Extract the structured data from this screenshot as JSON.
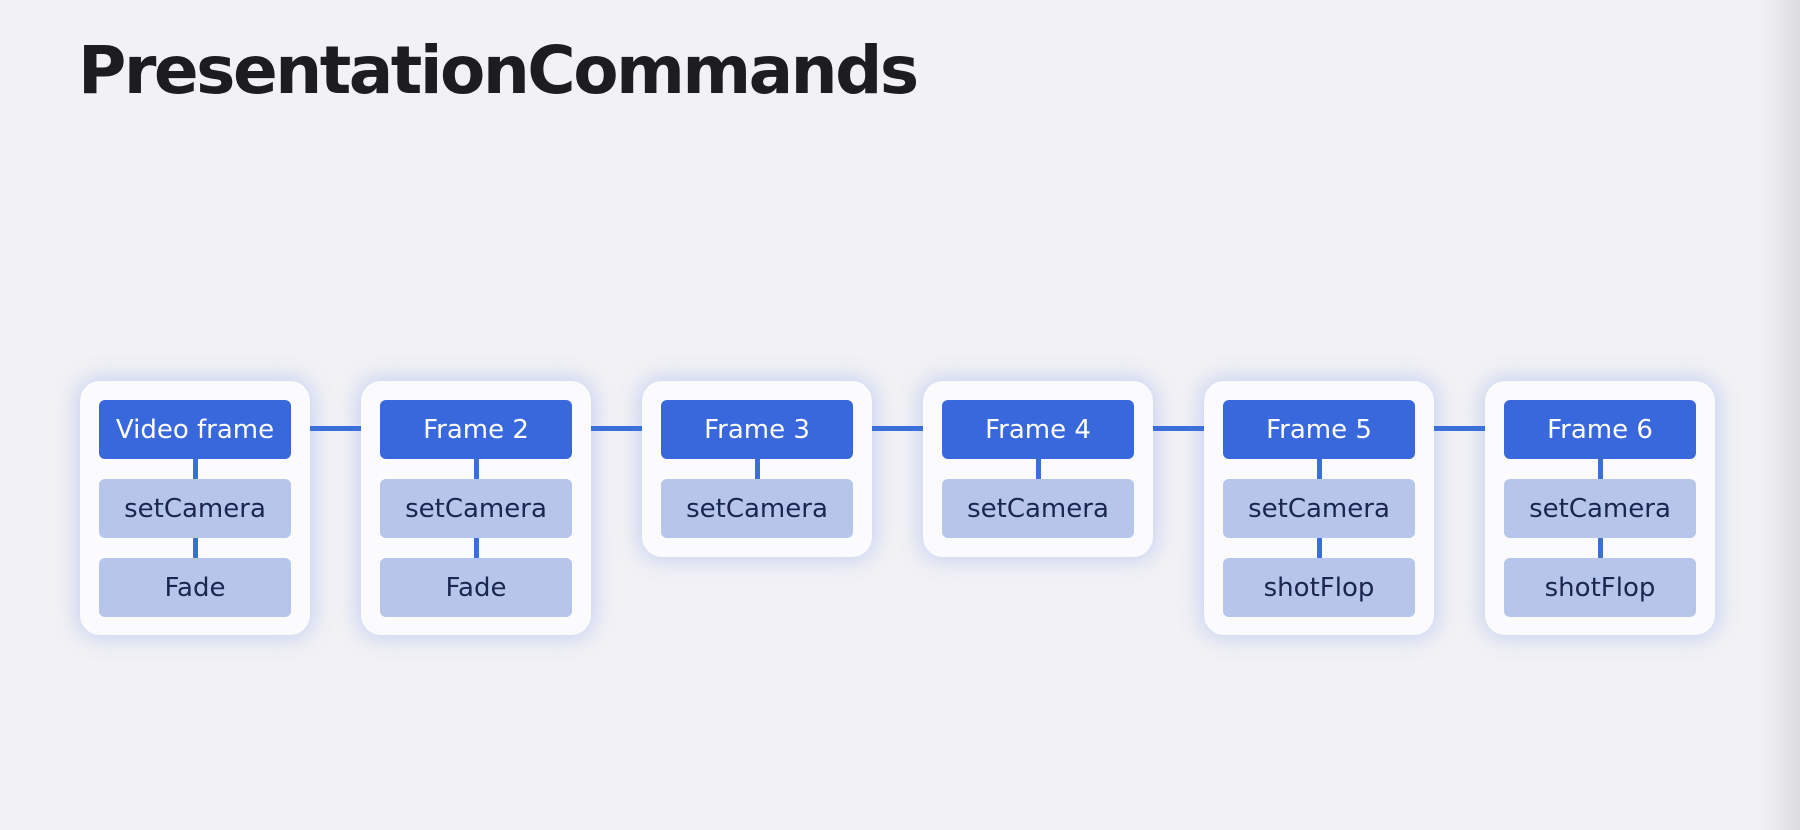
{
  "title": "PresentationCommands",
  "frames": [
    {
      "label": "Video frame",
      "commands": [
        "setCamera",
        "Fade"
      ]
    },
    {
      "label": "Frame 2",
      "commands": [
        "setCamera",
        "Fade"
      ]
    },
    {
      "label": "Frame 3",
      "commands": [
        "setCamera"
      ]
    },
    {
      "label": "Frame 4",
      "commands": [
        "setCamera"
      ]
    },
    {
      "label": "Frame 5",
      "commands": [
        "setCamera",
        "shotFlop"
      ]
    },
    {
      "label": "Frame 6",
      "commands": [
        "setCamera",
        "shotFlop"
      ]
    }
  ],
  "colors": {
    "background": "#f2f2f5",
    "frame_node": "#3968dc",
    "command_node": "#b5c6ea",
    "connector": "#3a6fd8",
    "title_text": "#1d1d1f"
  }
}
